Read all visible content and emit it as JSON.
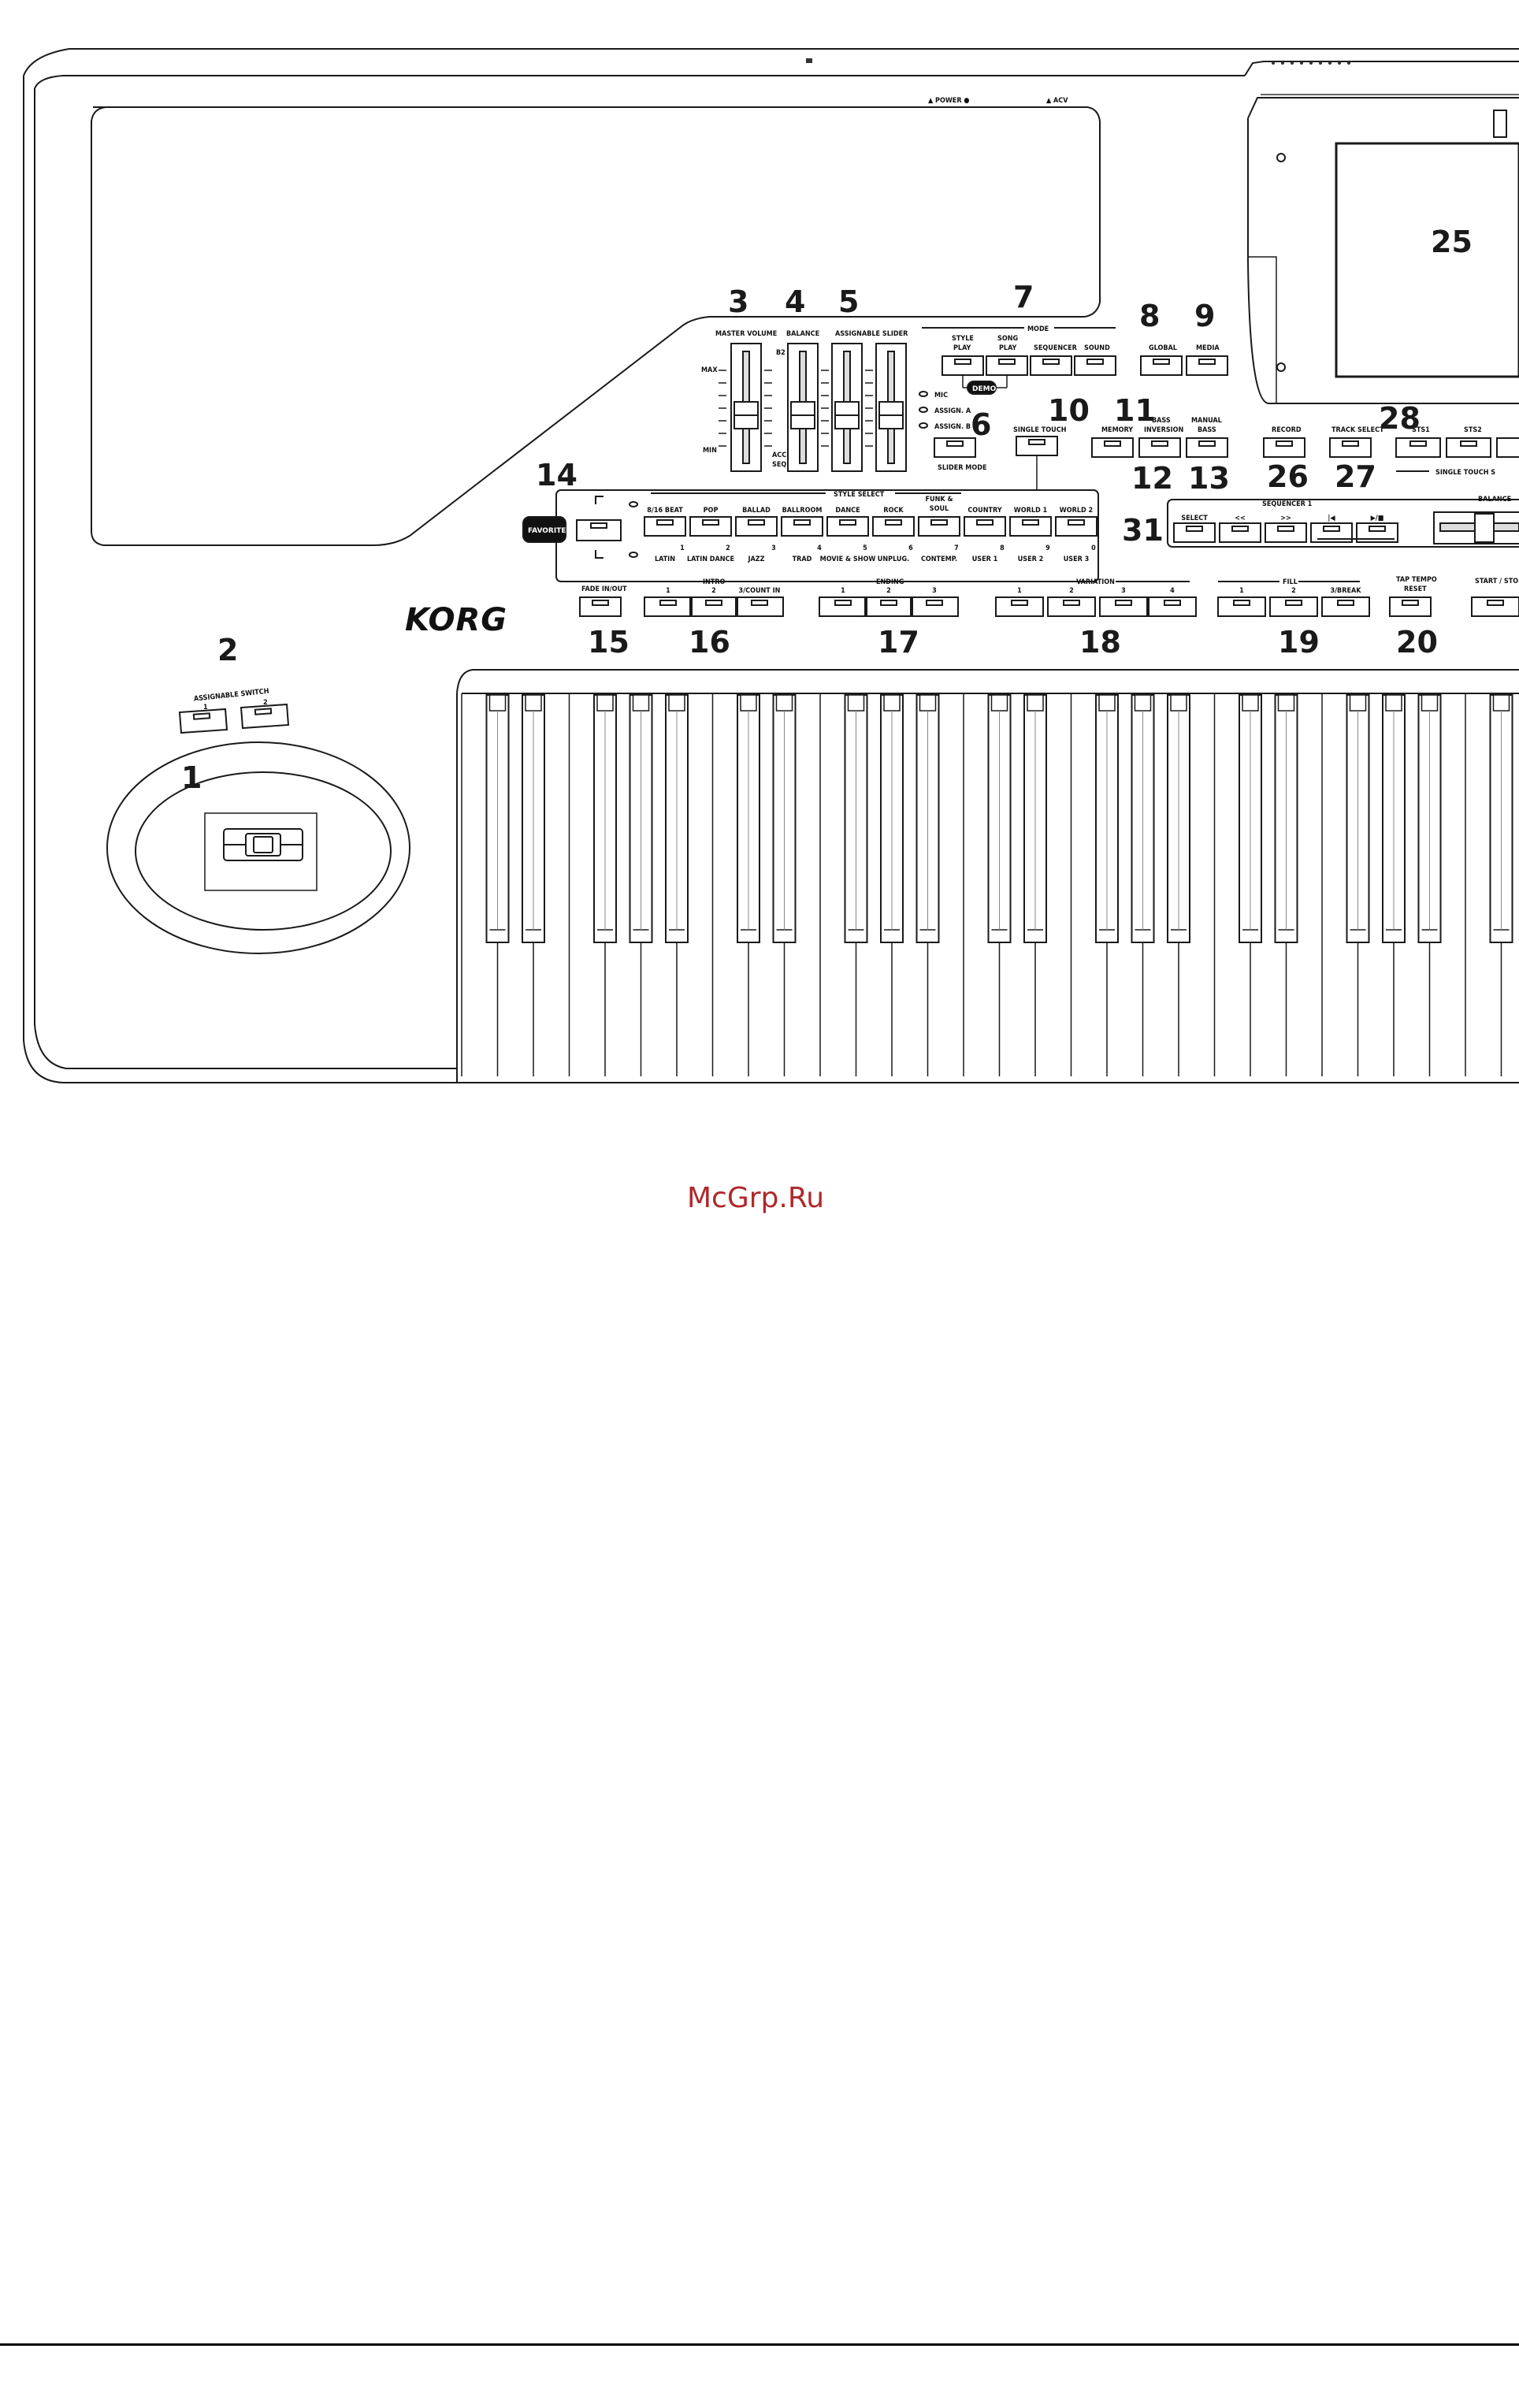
{
  "brand": "KORG",
  "watermark": "McGrp.Ru",
  "top_labels": {
    "power": "▲ POWER ●",
    "acv": "▲ ACV"
  },
  "callouts": [
    "1",
    "2",
    "3",
    "4",
    "5",
    "6",
    "7",
    "8",
    "9",
    "10",
    "11",
    "12",
    "13",
    "14",
    "15",
    "16",
    "17",
    "18",
    "19",
    "20",
    "25",
    "26",
    "27",
    "28",
    "31"
  ],
  "sliders": {
    "master_volume": "MASTER VOLUME",
    "balance": "BALANCE",
    "assignable_slider": "ASSIGNABLE SLIDER",
    "max": "MAX",
    "min": "MIN",
    "balance_top": "B2",
    "acc": "ACC",
    "seq": "SEQ"
  },
  "mode": {
    "title": "MODE",
    "buttons": [
      "STYLE PLAY",
      "SONG PLAY",
      "SEQUENCER",
      "SOUND"
    ],
    "global": "GLOBAL",
    "media": "MEDIA",
    "demo": "DEMO"
  },
  "slider_mode": {
    "leds": [
      "MIC",
      "ASSIGN. A",
      "ASSIGN. B"
    ],
    "button": "SLIDER MODE"
  },
  "single_touch": "SINGLE TOUCH",
  "memory": "MEMORY",
  "bass_inversion": "BASS INVERSION",
  "manual_bass": "MANUAL BASS",
  "record": "RECORD",
  "track_select": "TRACK SELECT",
  "sts": [
    "STS1",
    "STS2"
  ],
  "single_touch_settings": "SINGLE TOUCH S",
  "favorite": "FAVORITE",
  "style_select": {
    "title": "STYLE SELECT",
    "upper": [
      "8/16 BEAT",
      "POP",
      "BALLAD",
      "BALLROOM",
      "DANCE",
      "ROCK",
      "FUNK & SOUL",
      "COUNTRY",
      "WORLD 1",
      "WORLD 2"
    ],
    "numbers": [
      "1",
      "2",
      "3",
      "4",
      "5",
      "6",
      "7",
      "8",
      "9",
      "0"
    ],
    "lower": [
      "LATIN",
      "LATIN DANCE",
      "JAZZ",
      "TRAD",
      "MOVIE & SHOW",
      "UNPLUG.",
      "CONTEMP.",
      "USER 1",
      "USER 2",
      "USER 3"
    ]
  },
  "sequencer": {
    "title": "SEQUENCER 1",
    "buttons": [
      "SELECT",
      "<<",
      ">>",
      "|◀",
      "▶/■"
    ],
    "balance": "BALANCE"
  },
  "fade": "FADE IN/OUT",
  "intro": {
    "title": "INTRO",
    "buttons": [
      "1",
      "2",
      "3/COUNT IN"
    ]
  },
  "ending": {
    "title": "ENDING",
    "buttons": [
      "1",
      "2",
      "3"
    ]
  },
  "variation": {
    "title": "VARIATION",
    "buttons": [
      "1",
      "2",
      "3",
      "4"
    ]
  },
  "fill": {
    "title": "FILL",
    "buttons": [
      "1",
      "2",
      "3/BREAK"
    ]
  },
  "tap_tempo": "TAP TEMPO RESET",
  "start_stop": "START / STO",
  "assignable_switch": {
    "title": "ASSIGNABLE SWITCH",
    "buttons": [
      "1",
      "2"
    ]
  }
}
